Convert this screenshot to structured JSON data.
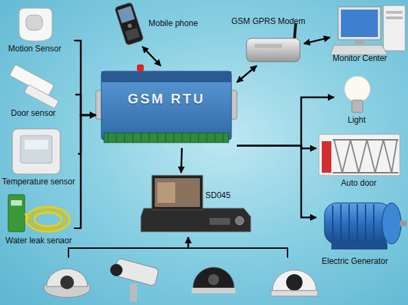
{
  "diagram": {
    "nodes": [
      {
        "text": [
          "Mobile phone"
        ]
      },
      {
        "text": [
          "GSM GPRS Modem"
        ]
      },
      {
        "text": [
          "Monitor Center"
        ]
      },
      {
        "text": [
          "Motion Sensor"
        ]
      },
      {
        "text": [
          "Door sensor"
        ]
      },
      {
        "text": [
          "GSM RTU"
        ]
      },
      {
        "text": [
          "Light"
        ]
      },
      {
        "text": [
          "Temperature sensor"
        ]
      },
      {
        "text": [
          "SD045"
        ]
      },
      {
        "text": [
          "Auto door"
        ]
      },
      {
        "text": [
          "Water leak senaor"
        ]
      },
      {
        "text": [
          "Electric Generator"
        ]
      }
    ],
    "edges": [
      {
        "from": 3,
        "to": 5,
        "arrow": "to"
      },
      {
        "from": 4,
        "to": 5,
        "arrow": "to"
      },
      {
        "from": 7,
        "to": 5,
        "arrow": "to"
      },
      {
        "from": 10,
        "to": 5,
        "arrow": "to"
      },
      {
        "from": 0,
        "to": 5,
        "arrow": "both"
      },
      {
        "from": 5,
        "to": 1,
        "arrow": "both"
      },
      {
        "from": 1,
        "to": 2,
        "arrow": "both"
      },
      {
        "from": 5,
        "to": 8,
        "arrow": "to"
      },
      {
        "from": 5,
        "to": 6,
        "arrow": "to"
      },
      {
        "from": 5,
        "to": 9,
        "arrow": "to"
      },
      {
        "from": 5,
        "to": 11,
        "arrow": "to"
      }
    ]
  }
}
